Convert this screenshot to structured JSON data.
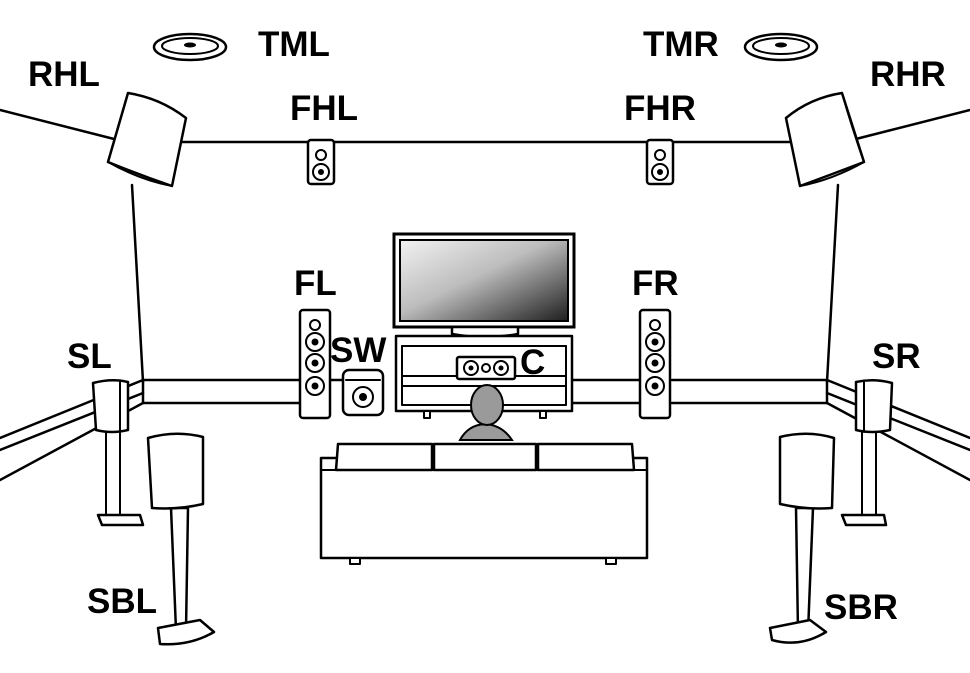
{
  "labels": {
    "tml": "TML",
    "tmr": "TMR",
    "rhl": "RHL",
    "rhr": "RHR",
    "fhl": "FHL",
    "fhr": "FHR",
    "fl": "FL",
    "fr": "FR",
    "sw": "SW",
    "c": "C",
    "sl": "SL",
    "sr": "SR",
    "sbl": "SBL",
    "sbr": "SBR"
  },
  "colors": {
    "line": "#000000",
    "background": "#ffffff",
    "person": "#9a9a9a",
    "tv_screen_light": "#e8e8e8",
    "tv_screen_dark": "#2a2a2a"
  }
}
